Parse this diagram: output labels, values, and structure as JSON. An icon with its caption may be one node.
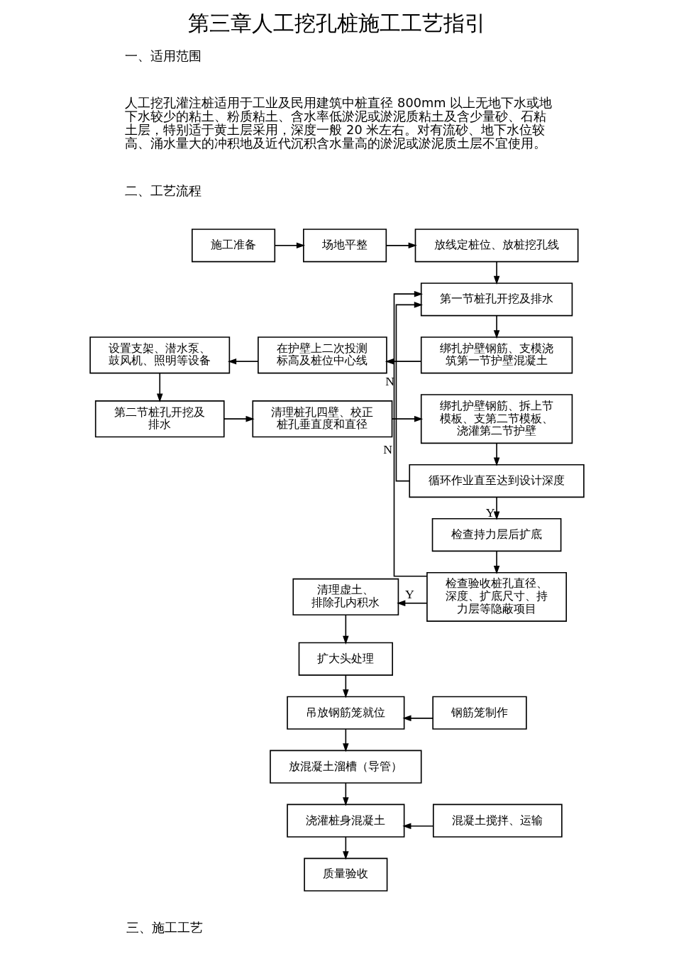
{
  "diagram": {
    "title": "第三章人工挖孔桩施工工艺指引",
    "nodes": [
      {
        "text": [
          "施工准备"
        ]
      },
      {
        "text": [
          "场地平整"
        ]
      },
      {
        "text": [
          "放线定桩位、放桩挖孔线"
        ]
      },
      {
        "text": [
          "第一节桩孔开挖及排水"
        ]
      },
      {
        "text": [
          "设置支架、潜水泵、鼓风机、照明等设备"
        ]
      },
      {
        "text": [
          "在护壁上二次投测标高及桩位中心线"
        ]
      },
      {
        "text": [
          "绑扎护壁钢筋、支模浇筑第一节护壁混凝土"
        ]
      },
      {
        "text": [
          "第二节桩孔开挖及排水"
        ]
      },
      {
        "text": [
          "清理桩孔四壁、校正桩孔垂直度和直径"
        ]
      },
      {
        "text": [
          "绑扎护壁钢筋、拆上节模板、支第二节模板、浇灌第二节护壁"
        ]
      },
      {
        "text": [
          "循环作业直至达到设计深度"
        ]
      },
      {
        "text": [
          "检查持力层后扩底"
        ]
      },
      {
        "text": [
          "清理虚土、排除孔内积水"
        ]
      },
      {
        "text": [
          "检查验收桩孔直径、深度、扩底尺寸、持力层等隐蔽项目"
        ]
      },
      {
        "text": [
          "扩大头处理"
        ]
      },
      {
        "text": [
          "吊放钢筋笼就位"
        ]
      },
      {
        "text": [
          "钢筋笼制作"
        ]
      },
      {
        "text": [
          "放混凝土溜槽（导管）"
        ]
      },
      {
        "text": [
          "浇灌桩身混凝土"
        ]
      },
      {
        "text": [
          "混凝土搅拌、运输"
        ]
      },
      {
        "text": [
          "质量验收"
        ]
      }
    ],
    "edges": [
      {
        "from": 0,
        "to": 1,
        "arrow": "to"
      },
      {
        "from": 1,
        "to": 2,
        "arrow": "to"
      },
      {
        "from": 2,
        "to": 3,
        "arrow": "to"
      },
      {
        "from": 3,
        "to": 6,
        "arrow": "to"
      },
      {
        "from": 6,
        "to": 5,
        "arrow": "to"
      },
      {
        "from": 5,
        "to": 4,
        "arrow": "to"
      },
      {
        "from": 4,
        "to": 7,
        "arrow": "to"
      },
      {
        "from": 7,
        "to": 8,
        "arrow": "to"
      },
      {
        "from": 8,
        "to": 9,
        "arrow": "to"
      },
      {
        "from": 9,
        "to": 10,
        "arrow": "to"
      },
      {
        "from": 10,
        "to": 3,
        "arrow": "to",
        "label": "N"
      },
      {
        "from": 10,
        "to": 11,
        "arrow": "to",
        "label": "Y"
      },
      {
        "from": 11,
        "to": 13,
        "arrow": "to"
      },
      {
        "from": 13,
        "to": 12,
        "arrow": "to",
        "label": "Y"
      },
      {
        "from": 13,
        "to": 3,
        "arrow": "to",
        "label": "N"
      },
      {
        "from": 12,
        "to": 14,
        "arrow": "to"
      },
      {
        "from": 14,
        "to": 15,
        "arrow": "to"
      },
      {
        "from": 16,
        "to": 15,
        "arrow": "to"
      },
      {
        "from": 15,
        "to": 17,
        "arrow": "to"
      },
      {
        "from": 17,
        "to": 18,
        "arrow": "to"
      },
      {
        "from": 19,
        "to": 18,
        "arrow": "to"
      },
      {
        "from": 18,
        "to": 20,
        "arrow": "to"
      }
    ],
    "labels": [
      "一、适用范围",
      "人工挖孔灌注桩适用于工业及民用建筑中桩直径 800mm 以上无地下水或地下水较少的粘土、粉质粘土、含水率低淤泥或淤泥质粘土及含少量砂、石粘土层，特别适于黄土层采用，深度一般 20 米左右。对有流砂、地下水位较高、涌水量大的冲积地及近代沉积含水量高的淤泥或淤泥质土层不宜使用。",
      "二、工艺流程",
      "三、施工工艺"
    ]
  }
}
